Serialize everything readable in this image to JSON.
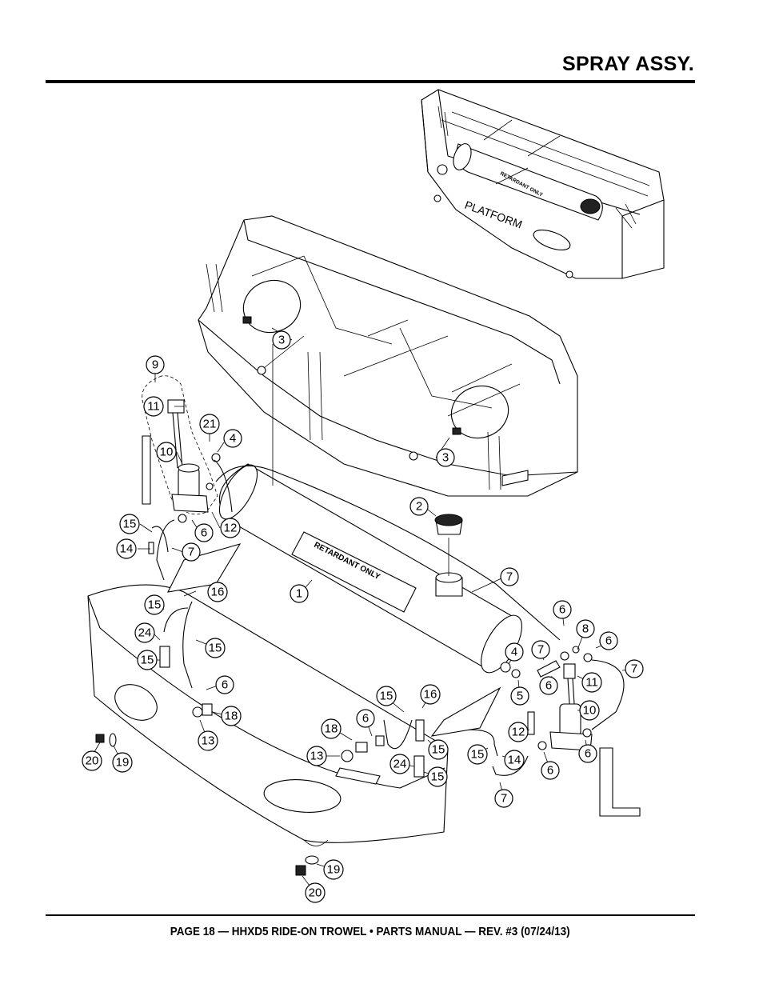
{
  "page": {
    "title": "SPRAY ASSY.",
    "footer": "PAGE 18 — HHXD5 RIDE-ON TROWEL • PARTS MANUAL — REV. #3 (07/24/13)"
  },
  "diagram": {
    "platform_label": "PLATFORM",
    "tank_label_main": "RETARDANT ONLY",
    "tank_label_inset": "RETARDANT ONLY",
    "callouts": [
      {
        "id": "c1",
        "label": "1"
      },
      {
        "id": "c2",
        "label": "2"
      },
      {
        "id": "c3a",
        "label": "3"
      },
      {
        "id": "c3b",
        "label": "3"
      },
      {
        "id": "c4a",
        "label": "4"
      },
      {
        "id": "c4b",
        "label": "4"
      },
      {
        "id": "c5",
        "label": "5"
      },
      {
        "id": "c6a",
        "label": "6"
      },
      {
        "id": "c6b",
        "label": "6"
      },
      {
        "id": "c6c",
        "label": "6"
      },
      {
        "id": "c6d",
        "label": "6"
      },
      {
        "id": "c6e",
        "label": "6"
      },
      {
        "id": "c6f",
        "label": "6"
      },
      {
        "id": "c6g",
        "label": "6"
      },
      {
        "id": "c6h",
        "label": "6"
      },
      {
        "id": "c7a",
        "label": "7"
      },
      {
        "id": "c7b",
        "label": "7"
      },
      {
        "id": "c7c",
        "label": "7"
      },
      {
        "id": "c7d",
        "label": "7"
      },
      {
        "id": "c7e",
        "label": "7"
      },
      {
        "id": "c8",
        "label": "8"
      },
      {
        "id": "c9",
        "label": "9"
      },
      {
        "id": "c10a",
        "label": "10"
      },
      {
        "id": "c10b",
        "label": "10"
      },
      {
        "id": "c11a",
        "label": "11"
      },
      {
        "id": "c11b",
        "label": "11"
      },
      {
        "id": "c12a",
        "label": "12"
      },
      {
        "id": "c12b",
        "label": "12"
      },
      {
        "id": "c13a",
        "label": "13"
      },
      {
        "id": "c13b",
        "label": "13"
      },
      {
        "id": "c14a",
        "label": "14"
      },
      {
        "id": "c14b",
        "label": "14"
      },
      {
        "id": "c15a",
        "label": "15"
      },
      {
        "id": "c15b",
        "label": "15"
      },
      {
        "id": "c15c",
        "label": "15"
      },
      {
        "id": "c15d",
        "label": "15"
      },
      {
        "id": "c15e",
        "label": "15"
      },
      {
        "id": "c15f",
        "label": "15"
      },
      {
        "id": "c15g",
        "label": "15"
      },
      {
        "id": "c15h",
        "label": "15"
      },
      {
        "id": "c16a",
        "label": "16"
      },
      {
        "id": "c16b",
        "label": "16"
      },
      {
        "id": "c18a",
        "label": "18"
      },
      {
        "id": "c18b",
        "label": "18"
      },
      {
        "id": "c19a",
        "label": "19"
      },
      {
        "id": "c19b",
        "label": "19"
      },
      {
        "id": "c20a",
        "label": "20"
      },
      {
        "id": "c20b",
        "label": "20"
      },
      {
        "id": "c21",
        "label": "21"
      },
      {
        "id": "c24a",
        "label": "24"
      },
      {
        "id": "c24b",
        "label": "24"
      }
    ]
  }
}
